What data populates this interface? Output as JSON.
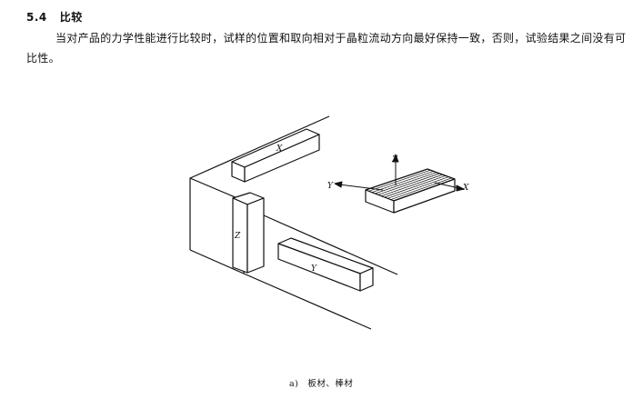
{
  "section": {
    "number": "5.4",
    "title": "比较"
  },
  "paragraph": "当对产品的力学性能进行比较时，试样的位置和取向相对于晶粒流动方向最好保持一致，否则，试验结果之间没有可比性。",
  "figure": {
    "labels": {
      "x_bar": "X",
      "y_bar": "Y",
      "z_bar": "Z",
      "axis_z": "Z",
      "axis_y": "Y",
      "axis_x": "X"
    },
    "caption_label": "a)",
    "caption_text": "板材、棒材"
  }
}
